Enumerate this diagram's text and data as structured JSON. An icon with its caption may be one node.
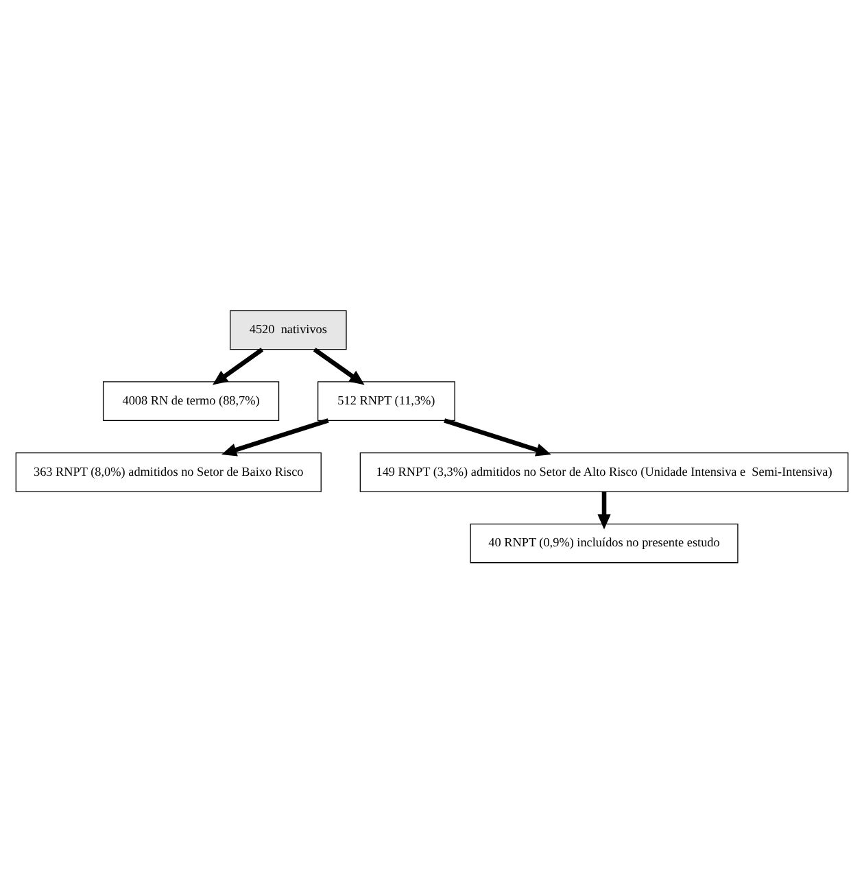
{
  "diagram": {
    "nodes": [
      {
        "text": [
          "4520  nativivos"
        ]
      },
      {
        "text": [
          "4008 RN de termo (88,7%)"
        ]
      },
      {
        "text": [
          "512 RNPT (11,3%)"
        ]
      },
      {
        "text": [
          "363 RNPT (8,0%) admitidos no Setor de Baixo Risco"
        ]
      },
      {
        "text": [
          "149 RNPT (3,3%) admitidos no Setor de Alto Risco (Unidade Intensiva e  Semi-Intensiva)"
        ]
      },
      {
        "text": [
          "40 RNPT (0,9%) incluídos no presente estudo"
        ]
      }
    ],
    "edges": [
      {
        "from": 0,
        "to": 1,
        "arrow": "to"
      },
      {
        "from": 0,
        "to": 2,
        "arrow": "to"
      },
      {
        "from": 2,
        "to": 3,
        "arrow": "to"
      },
      {
        "from": 2,
        "to": 4,
        "arrow": "to"
      },
      {
        "from": 4,
        "to": 5,
        "arrow": "to"
      }
    ]
  }
}
